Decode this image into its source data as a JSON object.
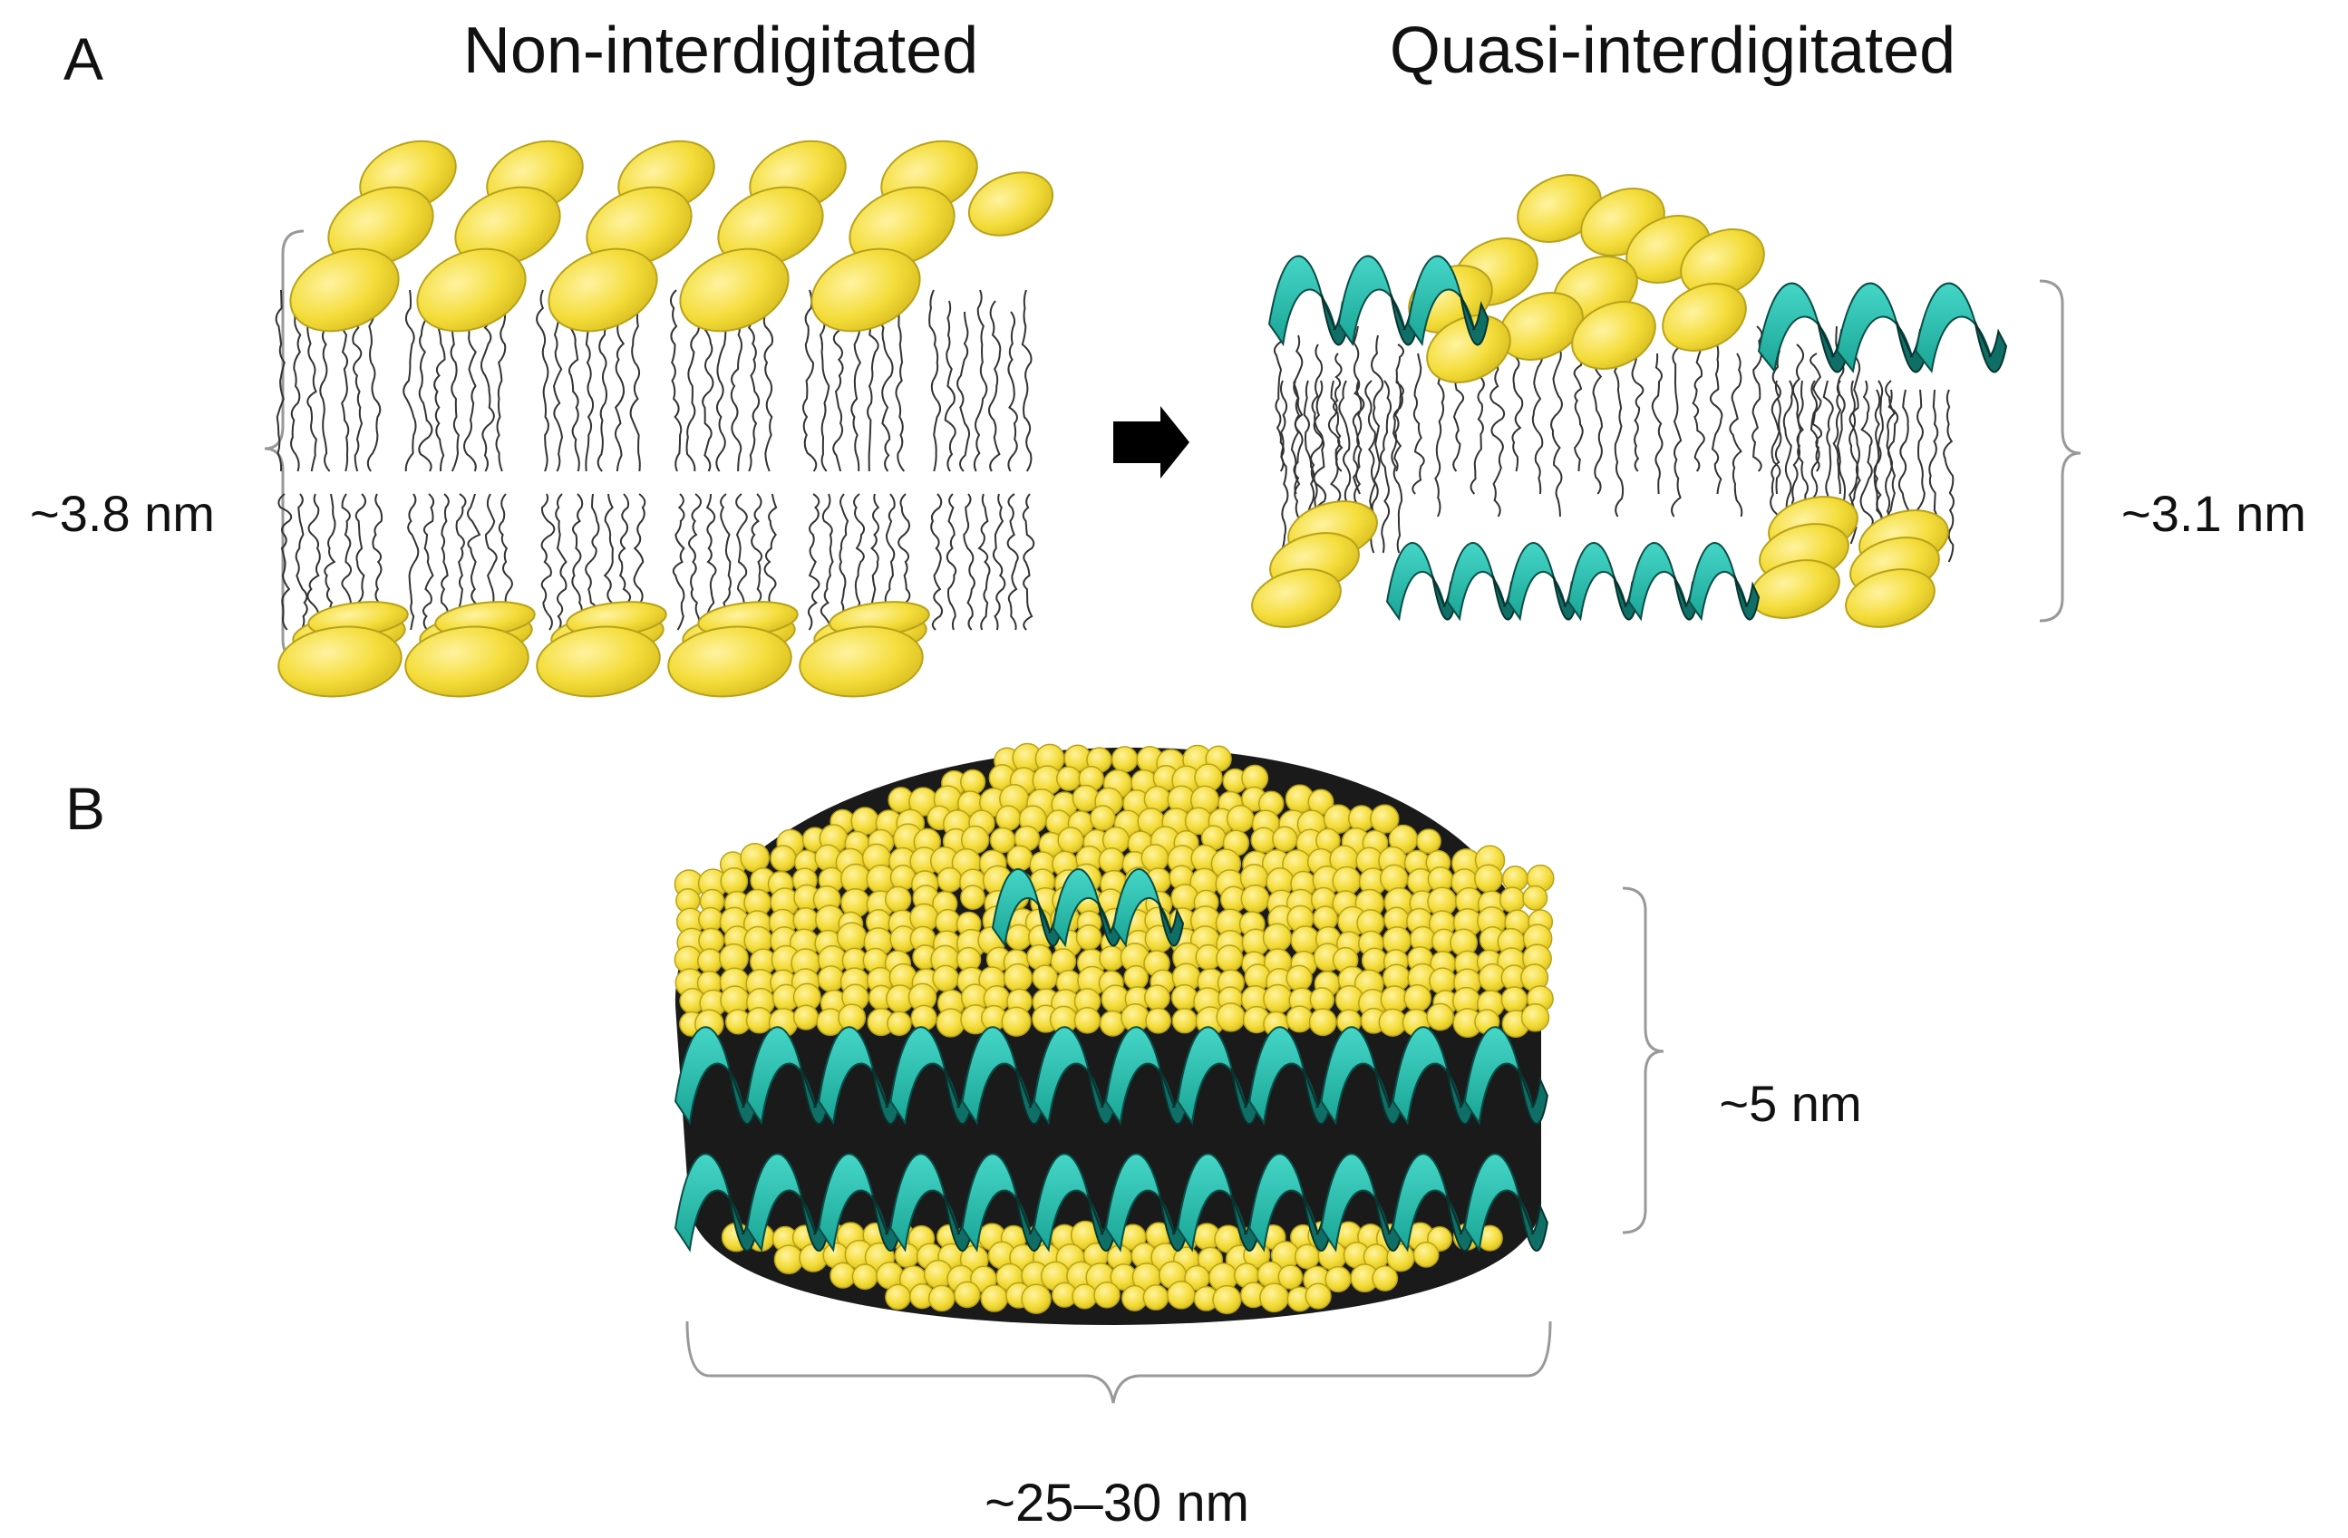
{
  "panels": {
    "a": {
      "letter": "A",
      "left_title": "Non-interdigitated",
      "right_title": "Quasi-interdigitated",
      "left_thickness": "~3.8 nm",
      "right_thickness": "~3.1 nm"
    },
    "b": {
      "letter": "B",
      "height": "~5 nm",
      "diameter": "~25–30 nm"
    }
  },
  "colors": {
    "lipid_head": "#f4dd3a",
    "lipid_head_edge": "#b8a21a",
    "helix": "#2ec4b6",
    "helix_dark": "#0f6f66",
    "tail": "#333333",
    "bracket": "#999999"
  },
  "icons": {
    "arrow": "right-arrow-icon"
  }
}
